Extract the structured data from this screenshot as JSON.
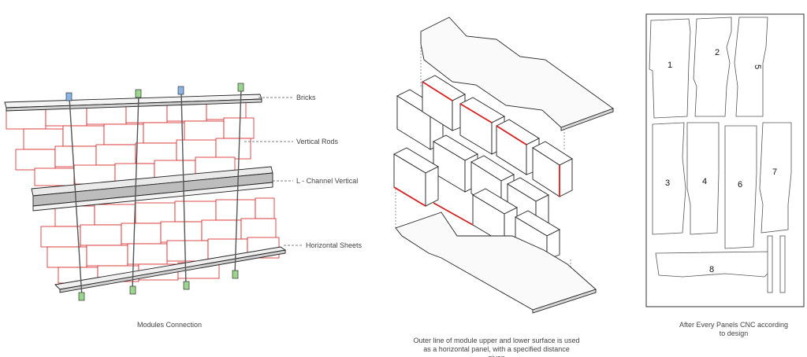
{
  "left_panel": {
    "callouts": [
      "Bricks",
      "Vertical Rods",
      "L - Channel Vertical",
      "Horizontal Sheets"
    ],
    "caption": "Modules Connection"
  },
  "middle_panel": {
    "caption_lines": [
      "Outer line of module upper and lower surface is used",
      "as a horizontal panel, with a specified distance",
      "given"
    ]
  },
  "right_panel": {
    "panel_numbers": [
      "1",
      "2",
      "5",
      "3",
      "4",
      "6",
      "7",
      "8"
    ],
    "caption_lines": [
      "After Every Panels CNC according",
      "to design"
    ]
  },
  "colors": {
    "brick_edge": "#d42020",
    "line": "#222222"
  }
}
